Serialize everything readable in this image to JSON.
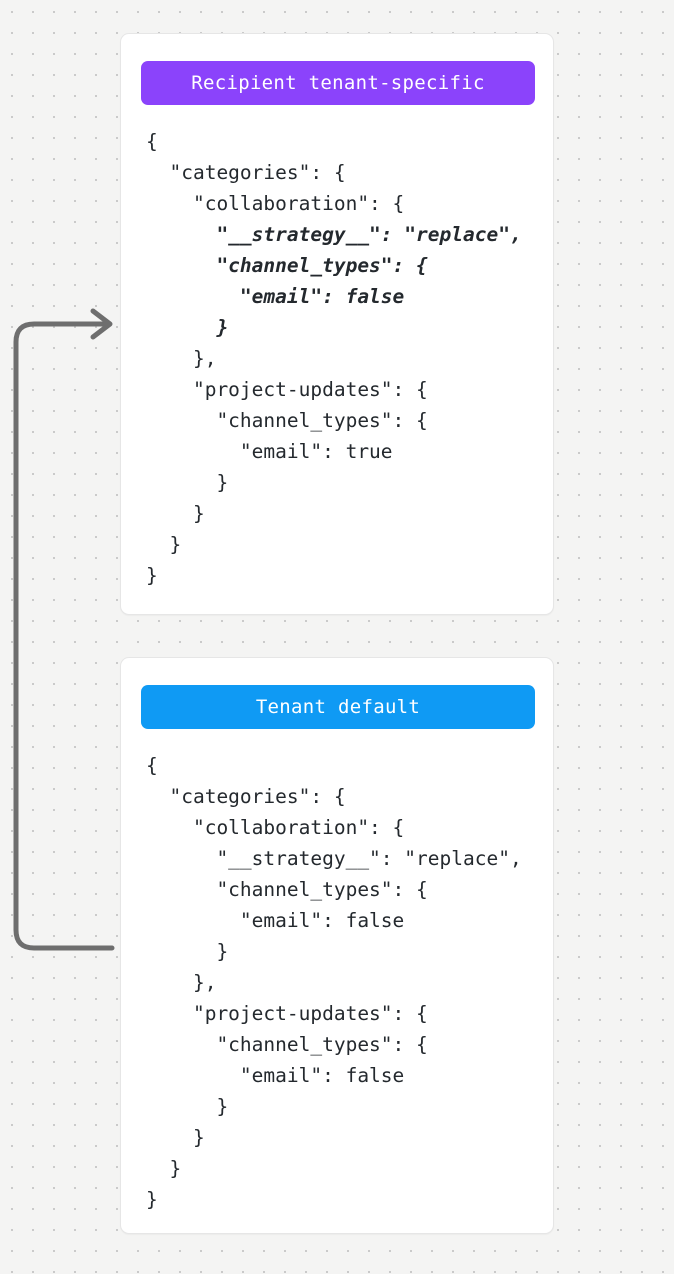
{
  "page": {
    "background_color": "#f4f4f3",
    "dot_color": "#c9c9c9"
  },
  "connector": {
    "name": "fallback-arrow",
    "color": "#6e6e6e",
    "direction": "from-tenant-default-to-recipient-tenant-specific"
  },
  "cards": [
    {
      "id": "recipient-tenant-specific",
      "badge_label": "Recipient tenant-specific",
      "badge_color": "#8b43fb",
      "code_lines": [
        {
          "text": "{",
          "emphasis": false
        },
        {
          "text": "  \"categories\": {",
          "emphasis": false
        },
        {
          "text": "    \"collaboration\": {",
          "emphasis": false
        },
        {
          "text": "      \"__strategy__\": \"replace\",",
          "emphasis": true
        },
        {
          "text": "      \"channel_types\": {",
          "emphasis": true
        },
        {
          "text": "        \"email\": false",
          "emphasis": true
        },
        {
          "text": "      }",
          "emphasis": true
        },
        {
          "text": "    },",
          "emphasis": false
        },
        {
          "text": "    \"project-updates\": {",
          "emphasis": false
        },
        {
          "text": "      \"channel_types\": {",
          "emphasis": false
        },
        {
          "text": "        \"email\": true",
          "emphasis": false
        },
        {
          "text": "      }",
          "emphasis": false
        },
        {
          "text": "    }",
          "emphasis": false
        },
        {
          "text": "  }",
          "emphasis": false
        },
        {
          "text": "}",
          "emphasis": false
        }
      ]
    },
    {
      "id": "tenant-default",
      "badge_label": "Tenant default",
      "badge_color": "#0f9af4",
      "code_lines": [
        {
          "text": "{",
          "emphasis": false
        },
        {
          "text": "  \"categories\": {",
          "emphasis": false
        },
        {
          "text": "    \"collaboration\": {",
          "emphasis": false
        },
        {
          "text": "      \"__strategy__\": \"replace\",",
          "emphasis": false
        },
        {
          "text": "      \"channel_types\": {",
          "emphasis": false
        },
        {
          "text": "        \"email\": false",
          "emphasis": false
        },
        {
          "text": "      }",
          "emphasis": false
        },
        {
          "text": "    },",
          "emphasis": false
        },
        {
          "text": "    \"project-updates\": {",
          "emphasis": false
        },
        {
          "text": "      \"channel_types\": {",
          "emphasis": false
        },
        {
          "text": "        \"email\": false",
          "emphasis": false
        },
        {
          "text": "      }",
          "emphasis": false
        },
        {
          "text": "    }",
          "emphasis": false
        },
        {
          "text": "  }",
          "emphasis": false
        },
        {
          "text": "}",
          "emphasis": false
        }
      ]
    }
  ]
}
